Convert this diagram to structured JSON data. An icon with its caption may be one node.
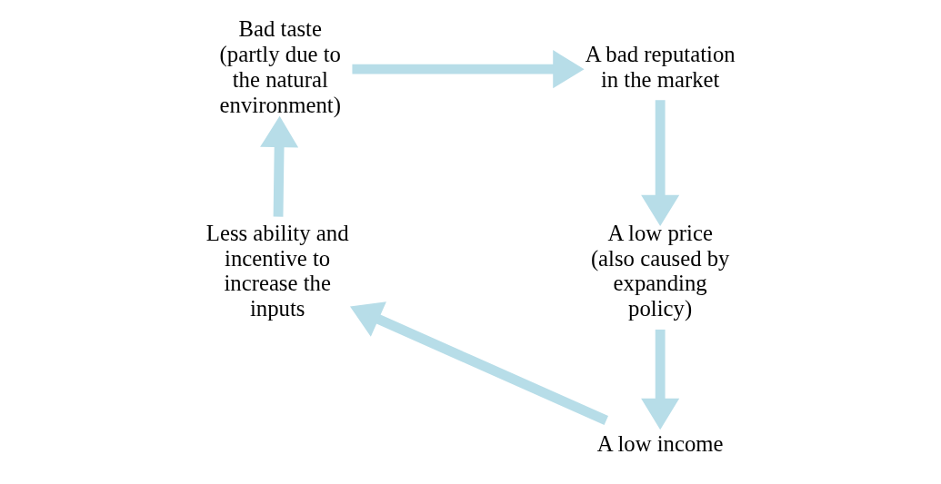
{
  "diagram": {
    "nodes": [
      {
        "text": [
          "Bad taste (partly due to the natural environment)"
        ]
      },
      {
        "text": [
          "A bad reputation in the market"
        ]
      },
      {
        "text": [
          "A low price (also caused by expanding policy)"
        ]
      },
      {
        "text": [
          "A low income"
        ]
      },
      {
        "text": [
          "Less ability and incentive to increase the inputs"
        ]
      }
    ],
    "edges": [
      {
        "from": 0,
        "to": 1,
        "arrow": "to"
      },
      {
        "from": 1,
        "to": 2,
        "arrow": "to"
      },
      {
        "from": 2,
        "to": 3,
        "arrow": "to"
      },
      {
        "from": 3,
        "to": 4,
        "arrow": "to"
      },
      {
        "from": 4,
        "to": 0,
        "arrow": "to"
      }
    ]
  }
}
